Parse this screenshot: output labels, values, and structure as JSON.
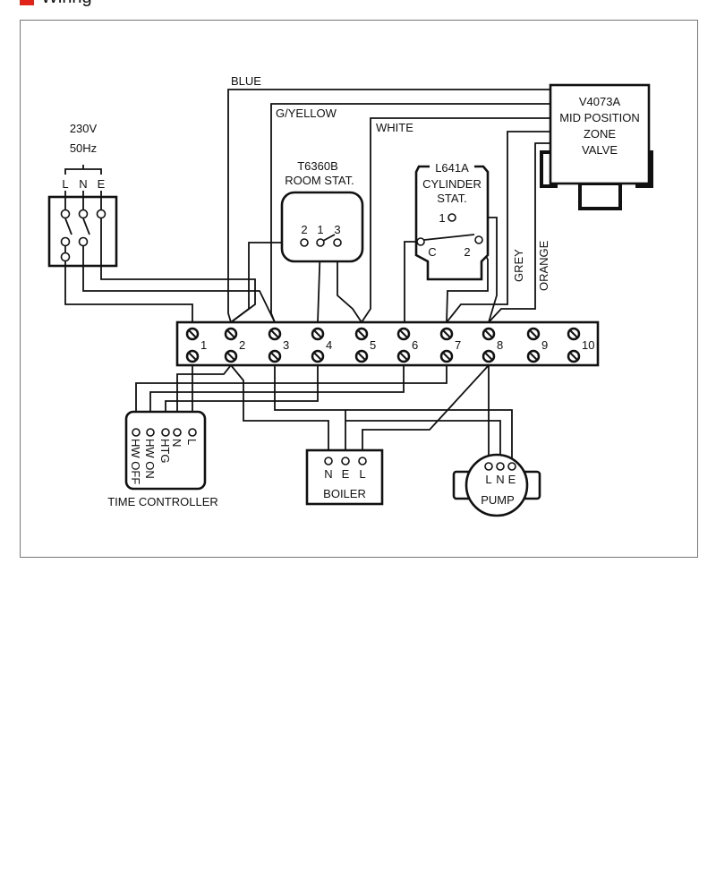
{
  "heading": {
    "title": "Wiring",
    "accent_color": "#e2231a"
  },
  "diagram": {
    "mains": {
      "voltage": "230V",
      "frequency": "50Hz",
      "terminals": [
        "L",
        "N",
        "E"
      ]
    },
    "wire_labels": {
      "blue": "BLUE",
      "gyellow": "G/YELLOW",
      "white": "WHITE",
      "grey": "GREY",
      "orange": "ORANGE"
    },
    "room_stat": {
      "model": "T6360B",
      "name": "ROOM STAT.",
      "terminals": [
        "2",
        "1",
        "3"
      ]
    },
    "cylinder_stat": {
      "model": "L641A",
      "name1": "CYLINDER",
      "name2": "STAT.",
      "terminals": [
        "1",
        "C",
        "2"
      ]
    },
    "zone_valve": {
      "model": "V4073A",
      "line2": "MID POSITION",
      "line3": "ZONE",
      "line4": "VALVE"
    },
    "terminal_strip": {
      "numbers": [
        "1",
        "2",
        "3",
        "4",
        "5",
        "6",
        "7",
        "8",
        "9",
        "10"
      ]
    },
    "time_controller": {
      "name": "TIME CONTROLLER",
      "terminals": [
        "HW OFF",
        "HW ON",
        "HTG",
        "N",
        "L"
      ]
    },
    "boiler": {
      "name": "BOILER",
      "terminals": [
        "N",
        "E",
        "L"
      ]
    },
    "pump": {
      "name": "PUMP",
      "terminals": [
        "L",
        "N",
        "E"
      ]
    }
  }
}
